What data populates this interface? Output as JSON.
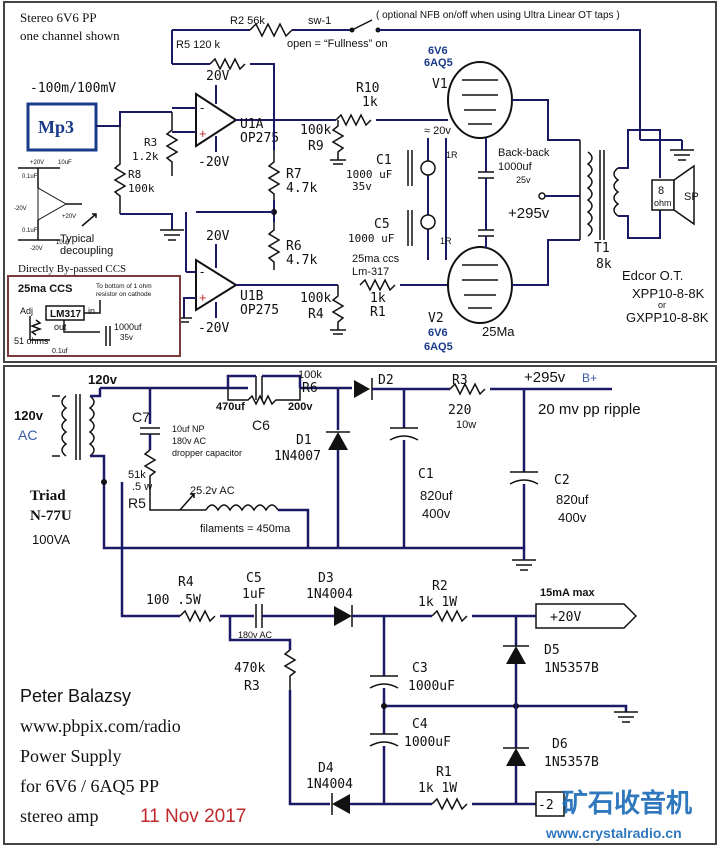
{
  "top": {
    "title_line1": "Stereo 6V6 PP",
    "title_line2": "one channel shown",
    "r2": "R2  56k",
    "sw": "sw-1",
    "nfb_note": "( optional  NFB  on/off  when using Ultra Linear OT taps )",
    "fullness": "open = “Fullness” on",
    "r5": "R5  120 k",
    "v1_tube": [
      "6V6",
      "6AQ5"
    ],
    "v1": "V1",
    "input_level": "-100m/100mV",
    "mp3": "Mp3",
    "op_plus": "20V",
    "op_minus": "-20V",
    "u1a": [
      "U1A",
      "OP275"
    ],
    "u1b": [
      "U1B",
      "OP275"
    ],
    "r3": [
      "R3",
      "1.2k"
    ],
    "r8": [
      "R8",
      "100k"
    ],
    "r10": [
      "R10",
      "1k"
    ],
    "r9": [
      "100k",
      "R9"
    ],
    "r7": [
      "R7",
      "4.7k"
    ],
    "r6": [
      "R6",
      "4.7k"
    ],
    "r4": [
      "100k",
      "R4"
    ],
    "r1": [
      "1k",
      "R1"
    ],
    "bias_v": "≈ 20v",
    "one_r": "1R",
    "c1": [
      "C1",
      "1000 uF",
      "35v"
    ],
    "c5": [
      "C5",
      "1000 uF"
    ],
    "ccs_note": [
      "25ma ccs",
      "Lm-317"
    ],
    "back_back": "Back-back",
    "bb_cap": "1000uf",
    "bb_volt": "25v",
    "b_plus": "+295v",
    "t1": [
      "T1",
      "8k"
    ],
    "speaker": [
      "8",
      "ohm",
      "SP"
    ],
    "edcor": [
      "Edcor O.T.",
      "XPP10-8-8K",
      "or",
      "GXPP10-8-8K"
    ],
    "v2": "V2",
    "v2_tube": [
      "6V6",
      "6AQ5"
    ],
    "ma25": "25Ma",
    "decoupling": [
      "Typical",
      "decoupling"
    ],
    "bypassed": "Directly By-passed CCS",
    "ccs_box": {
      "title": "25ma  CCS",
      "note": [
        "To bottom of 1 ohm",
        "resistor on cathode"
      ],
      "chip": "LM317",
      "adj": "Adj",
      "in": "in",
      "out": "out",
      "ohms": "51 ohms",
      "cap": [
        "1000uf",
        "35v"
      ],
      "small_cap": "0.1uf"
    },
    "mini_schematic_labels": [
      "+20V",
      "10uF",
      "0.1uF",
      "-20V",
      "+20V",
      "0.1uF",
      "10uF",
      "-20V"
    ]
  },
  "psu": {
    "v120_top": "120v",
    "v120_left": "120v",
    "ac": "AC",
    "triad": [
      "Triad",
      "N-77U",
      "100VA"
    ],
    "c6": [
      "470uf",
      "C6"
    ],
    "r6": [
      "100k",
      "R6",
      "200v"
    ],
    "c7": "C7",
    "c7_note": [
      "10uf NP",
      "180v AC",
      "dropper capacitor"
    ],
    "r5": [
      "51k",
      ".5 w",
      "R5"
    ],
    "d1": [
      "D1",
      "1N4007"
    ],
    "d2": "D2",
    "r3": [
      "R3",
      "220",
      "10w"
    ],
    "b_plus": "+295v",
    "b_plus_tag": "B+",
    "ripple": "20 mv pp ripple",
    "c1": [
      "C1",
      "820uf",
      "400v"
    ],
    "c2": [
      "C2",
      "820uf",
      "400v"
    ],
    "ac25": "25.2v AC",
    "filaments": "filaments = 450ma",
    "r4": [
      "R4",
      "100  .5W"
    ],
    "c5": [
      "C5",
      "1uF"
    ],
    "d3": [
      "D3",
      "1N4004"
    ],
    "r2": [
      "R2",
      "1k  1W"
    ],
    "max15": "15mA max",
    "plus20": "+20V",
    "ac180": "180v AC",
    "r3b": [
      "470k",
      "R3"
    ],
    "c3": [
      "C3",
      "1000uF"
    ],
    "c4": [
      "C4",
      "1000uF"
    ],
    "d5": [
      "D5",
      "1N5357B"
    ],
    "d6": [
      "D6",
      "1N5357B"
    ],
    "d4": [
      "D4",
      "1N4004"
    ],
    "r1": [
      "R1",
      "1k  1W"
    ],
    "minus20": "-2",
    "credits": [
      "Peter Balazsy",
      "www.pbpix.com/radio",
      "Power Supply",
      "for 6V6 / 6AQ5 PP",
      "stereo amp"
    ],
    "date": "11 Nov 2017",
    "watermark": "矿石收音机",
    "watermark_url": "www.crystalradio.cn"
  },
  "colors": {
    "wire": "#1a1a66",
    "mp3_box": "#1a3a8a",
    "ac_blue": "#3a5aa8",
    "date_red": "#c0282a",
    "ccs_box_border": "#7a3a3a",
    "watermark_blue": "#1a6ab8"
  }
}
